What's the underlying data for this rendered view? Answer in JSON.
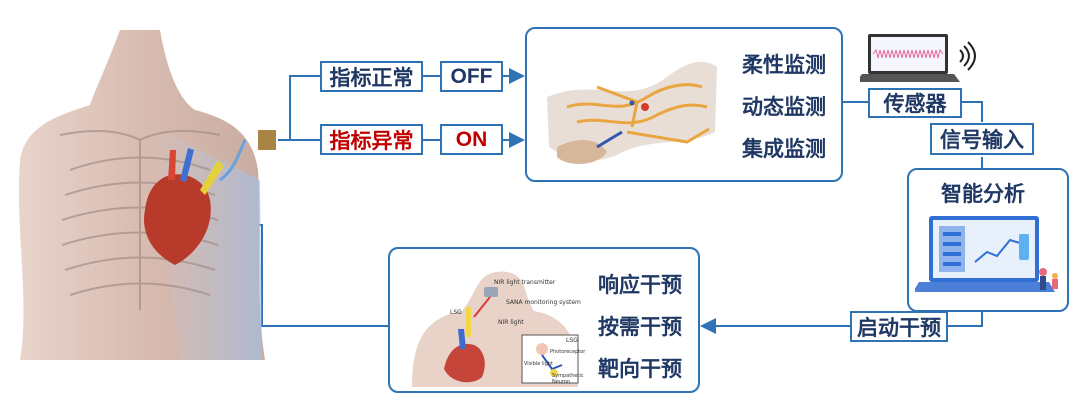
{
  "left_path": {
    "normal_label": "指标正常",
    "normal_state": "OFF",
    "abnormal_label": "指标异常",
    "abnormal_state": "ON"
  },
  "monitoring": {
    "items": [
      "柔性监测",
      "动态监测",
      "集成监测"
    ]
  },
  "sensor_label": "传感器",
  "signal_input_label": "信号输入",
  "analysis_title": "智能分析",
  "start_intervention_label": "启动干预",
  "intervention": {
    "items": [
      "响应干预",
      "按需干预",
      "靶向干预"
    ]
  },
  "illustration": {
    "nir_transmitter": "NIR light transmitter",
    "sana_system": "SANA monitoring system",
    "lsg": "LSG",
    "nir_light": "NIR light",
    "lsg_inset": "LSG",
    "photoreceptor": "Photoreceptor",
    "visible_light": "Visible light",
    "sympathetic": "Sympathetic Neuron"
  },
  "colors": {
    "frame": "#2e74b5",
    "text_dark": "#1f3864",
    "alert": "#c00000"
  }
}
